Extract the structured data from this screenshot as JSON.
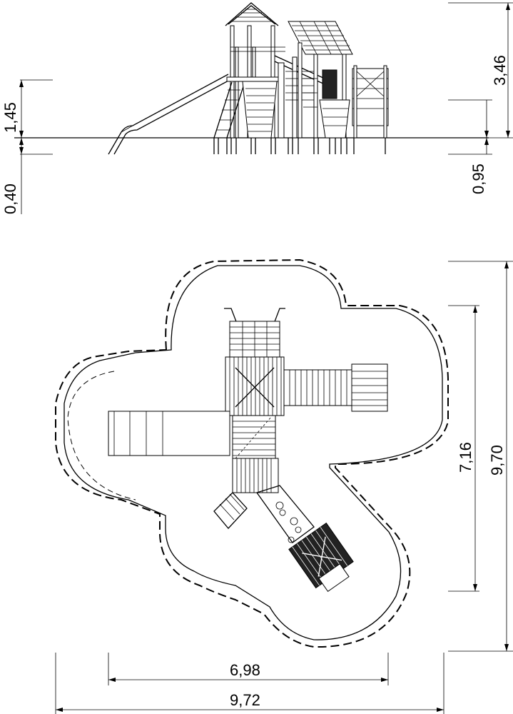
{
  "dimensions": {
    "elevation_above_ground": "1,45",
    "elevation_below_ground": "0,40",
    "total_height": "3,46",
    "foundation_depth": "0,95",
    "plan_depth_equipment": "7,16",
    "plan_depth_total": "9,70",
    "plan_width_equipment": "6,98",
    "plan_width_total": "9,72"
  }
}
